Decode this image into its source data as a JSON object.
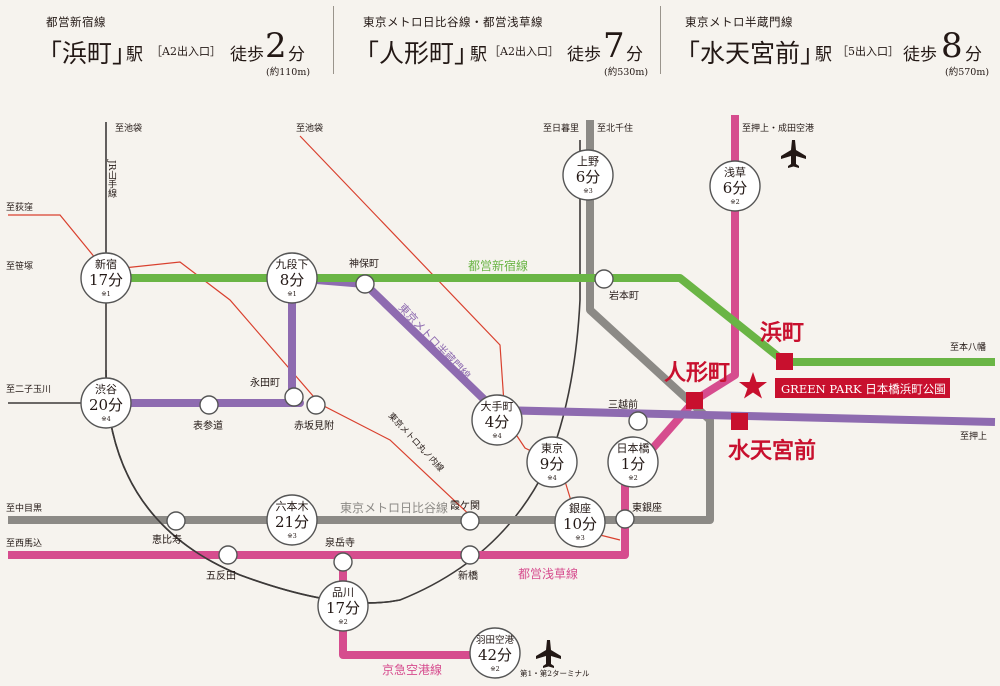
{
  "header": [
    {
      "line": "都営新宿線",
      "station": "「浜町」",
      "eki": "駅",
      "exit": "［A2出入口］",
      "walk": "徒歩",
      "minutes": "2",
      "fun": "分",
      "distance": "(約110m)"
    },
    {
      "line": "東京メトロ日比谷線・都営浅草線",
      "station": "「人形町」",
      "eki": "駅",
      "exit": "［A2出入口］",
      "walk": "徒歩",
      "minutes": "7",
      "fun": "分",
      "distance": "(約530m)"
    },
    {
      "line": "東京メトロ半蔵門線",
      "station": "「水天宮前」",
      "eki": "駅",
      "exit": "［5出入口］",
      "walk": "徒歩",
      "minutes": "8",
      "fun": "分",
      "distance": "(約570m)"
    }
  ],
  "colors": {
    "shinjuku_line": "#6ab545",
    "hanzomon_line": "#8e6bb0",
    "hibiya_line": "#8c8a86",
    "asakusa_line": "#d64c8e",
    "marunouchi_line": "#d9402e",
    "yamanote_line": "#3d3a39",
    "highlight_red": "#c8102e",
    "background": "#f6f3ee"
  },
  "map": {
    "line_labels": {
      "shinjuku": "都営新宿線",
      "hanzomon": "東京メトロ半蔵門線",
      "hibiya": "東京メトロ日比谷線",
      "asakusa": "都営浅草線",
      "marunouchi": "東京メトロ丸ノ内線",
      "yamanote": "JR山手線",
      "keikyu": "京急空港線"
    },
    "directions": {
      "ikebukuro1": "至池袋",
      "ikebukuro2": "至池袋",
      "ogikubo": "至荻窪",
      "sasazuka": "至笹塚",
      "futakotamagawa": "至二子玉川",
      "nakameguro": "至中目黒",
      "nishimagome": "至西馬込",
      "nippori": "至日暮里",
      "kitasenju": "至北千住",
      "oshiage_narita": "至押上・成田空港",
      "motoyawata": "至本八幡",
      "oshiage": "至押上"
    },
    "timed_stations": [
      {
        "name": "新宿",
        "time": "17分",
        "note": "※1"
      },
      {
        "name": "九段下",
        "time": "8分",
        "note": "※1"
      },
      {
        "name": "渋谷",
        "time": "20分",
        "note": "※4"
      },
      {
        "name": "大手町",
        "time": "4分",
        "note": "※4"
      },
      {
        "name": "東京",
        "time": "9分",
        "note": "※4"
      },
      {
        "name": "上野",
        "time": "6分",
        "note": "※3"
      },
      {
        "name": "浅草",
        "time": "6分",
        "note": "※2"
      },
      {
        "name": "日本橋",
        "time": "1分",
        "note": "※2"
      },
      {
        "name": "六本木",
        "time": "21分",
        "note": "※3"
      },
      {
        "name": "銀座",
        "time": "10分",
        "note": "※3"
      },
      {
        "name": "品川",
        "time": "17分",
        "note": "※2"
      },
      {
        "name": "羽田空港",
        "time": "42分",
        "note": "※2"
      }
    ],
    "small_stations": {
      "jimbocho": "神保町",
      "iwamotocho": "岩本町",
      "nagatacho": "永田町",
      "omotesando": "表参道",
      "akasakamitsuke": "赤坂見附",
      "mitsukoshimae": "三越前",
      "kasumigaseki": "霞ケ関",
      "higashiginza": "東銀座",
      "ebisu": "恵比寿",
      "gotanda": "五反田",
      "sengakuji": "泉岳寺",
      "shimbashi": "新橋"
    },
    "red_stations": {
      "hamacho": "浜町",
      "ningyocho": "人形町",
      "suitengumae": "水天宮前"
    },
    "property_name": "GREEN PARK 日本橋浜町公園",
    "haneda_terminal": "第1・第2ターミナル"
  }
}
